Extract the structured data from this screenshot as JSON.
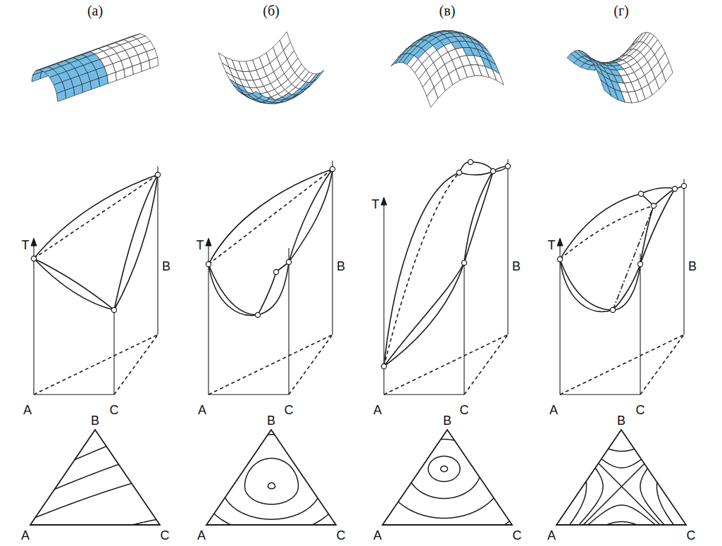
{
  "diagram": {
    "labels": [
      "(а)",
      "(б)",
      "(в)",
      "(г)",
      "T",
      "A",
      "C",
      "B",
      "B",
      "A",
      "C",
      "T",
      "A",
      "C",
      "B",
      "B",
      "A",
      "C",
      "T",
      "A",
      "C",
      "B",
      "B",
      "A",
      "C",
      "T",
      "A",
      "C",
      "B",
      "B",
      "A",
      "C"
    ]
  }
}
